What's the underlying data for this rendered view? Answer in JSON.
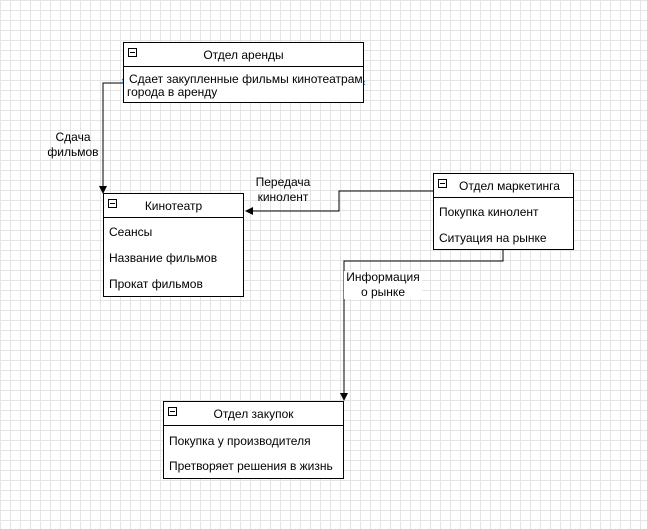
{
  "entities": {
    "rental": {
      "title": "Отдел аренды",
      "description_line1": "Сдает закупленные фильмы кинотеатрам",
      "description_line2": "города в аренду"
    },
    "cinema": {
      "title": "Кинотеатр",
      "fields": [
        "Сеансы",
        "Название фильмов",
        "Прокат фильмов"
      ]
    },
    "marketing": {
      "title": "Отдел маркетинга",
      "fields": [
        "Покупка кинолент",
        "Ситуация на рынке"
      ]
    },
    "purchasing": {
      "title": "Отдел закупок",
      "fields": [
        "Покупка у производителя",
        "Претворяет решения в жизнь"
      ]
    }
  },
  "edges": {
    "film_delivery": {
      "line1": "Сдача",
      "line2": "фильмов"
    },
    "film_transfer": {
      "line1": "Передача",
      "line2": "кинолент"
    },
    "market_info": {
      "line1": "Информация",
      "line2": "о рынке"
    }
  }
}
